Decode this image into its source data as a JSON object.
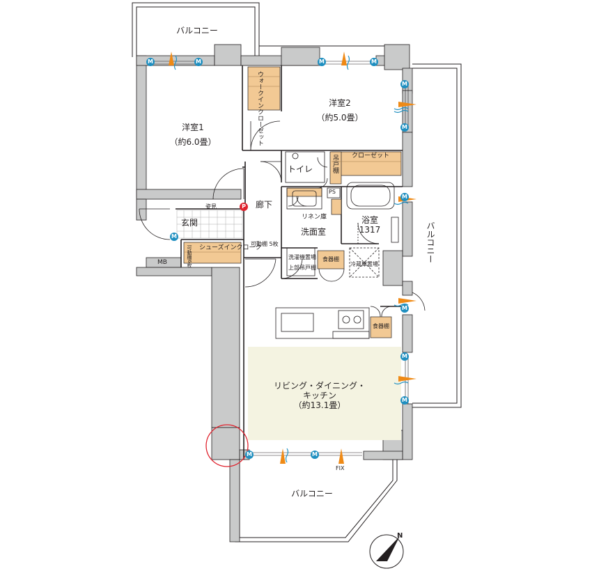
{
  "rooms": {
    "balcony_top": "バルコニー",
    "walk_in_closet": "ウォークインクローゼット",
    "bedroom2": "洋室2",
    "bedroom2_size": "（約5.0畳）",
    "bedroom1": "洋室1",
    "bedroom1_size": "（約6.0畳）",
    "toilet": "トイレ",
    "toilet_cabinet": "吊戸棚",
    "closet": "クローゼット",
    "ps": "PS",
    "corridor": "廊下",
    "linen": "リネン庫",
    "bath": "浴室",
    "bath_size": "1317",
    "washroom": "洗面室",
    "entrance": "玄関",
    "vanity_mirror": "姿見",
    "shoes_closet": "シューズインクローク",
    "shelves6": "可動棚6枚",
    "shelves5": "可動棚 5枚",
    "mb": "MB",
    "laundry": "洗濯機置場",
    "hanging_cabinet": "上部吊戸棚",
    "dish_cabinet": "食器棚",
    "fridge": "冷蔵庫置場",
    "dish_cabinet2": "食器棚",
    "ldk_line1": "リビング・ダイニング・",
    "ldk_line2": "キッチン",
    "ldk_size": "（約13.1畳）",
    "balcony_right": "バルコニー",
    "balcony_bottom": "バルコニー",
    "fix": "FIX"
  },
  "symbols": {
    "m": "M",
    "p": "P",
    "north": "N"
  },
  "colors": {
    "wall": "#c9caca",
    "wood": "#f2c994",
    "ldk_floor": "#f4f3e1",
    "accent_orange": "#ef8a16",
    "accent_blue": "#1f8fc0",
    "line": "#231f20"
  }
}
